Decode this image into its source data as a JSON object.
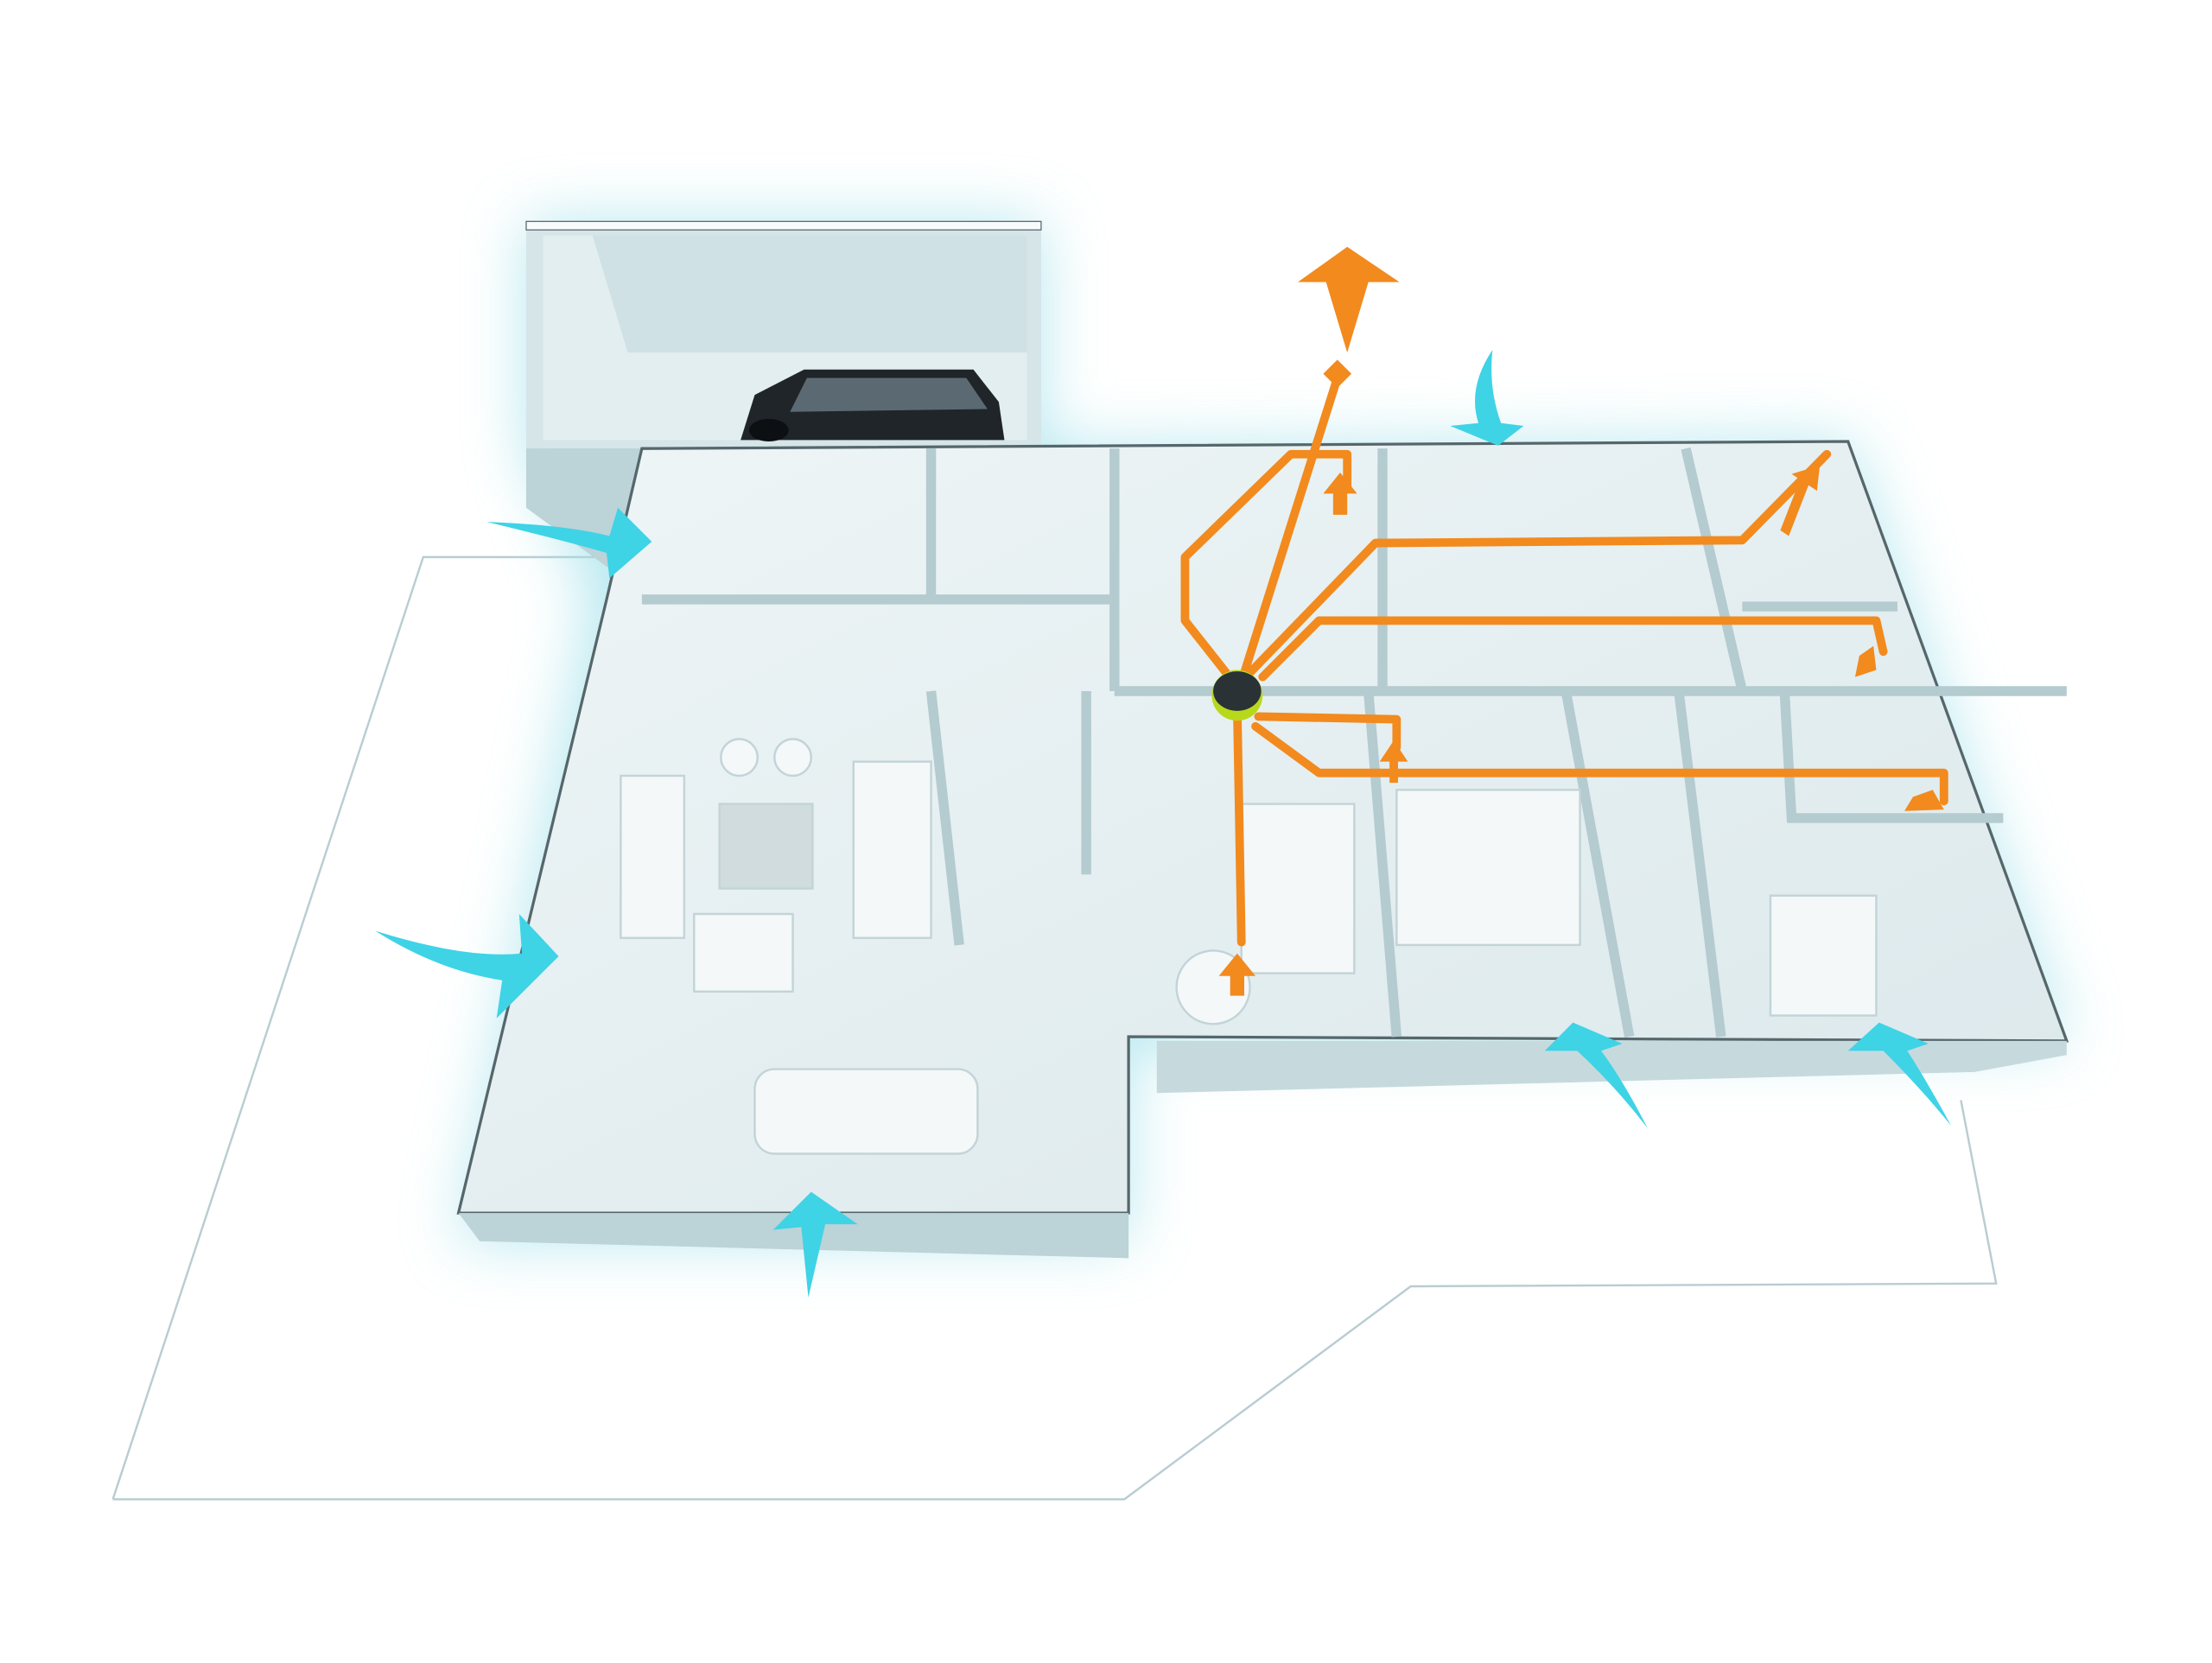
{
  "diagram": {
    "subject": "house-ventilation",
    "colors": {
      "background": "#ffffff",
      "floor": "#e6eff1",
      "wall_top": "#f4f9fa",
      "wall_side": "#bcd3d7",
      "glow": "#9fe0ea",
      "extract_duct": "#f28a1e",
      "fresh_air_arrow": "#3fd3e6",
      "unit": "#2a3236",
      "unit_ring": "#b8d81c",
      "lot_line": "#b9cdd2"
    },
    "fresh_air_inlets": 6,
    "extract_points": 7
  }
}
